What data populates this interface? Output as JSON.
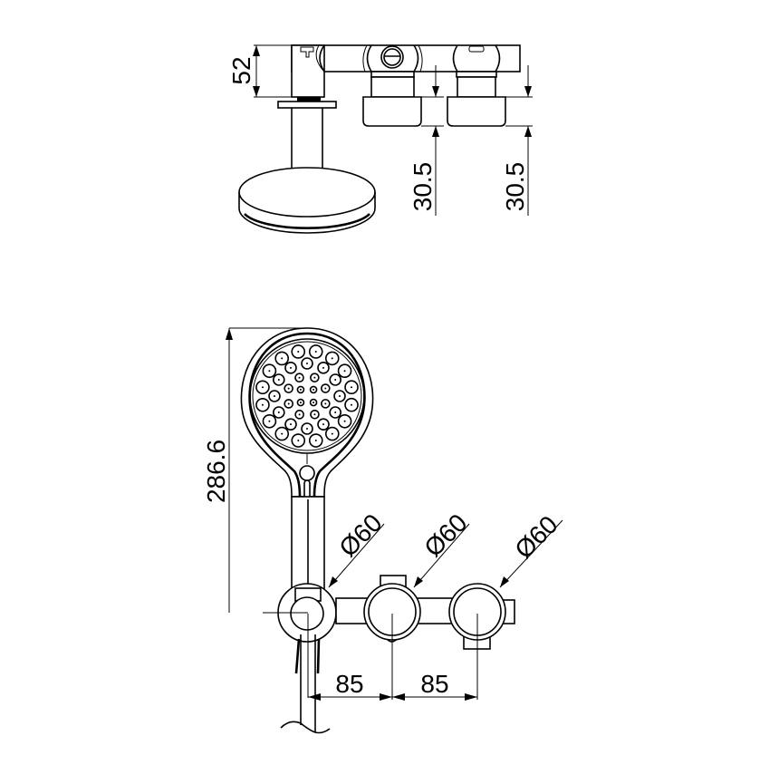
{
  "drawing": {
    "title": "Shower mixer with hand shower and rail bracket - dimension drawing",
    "background": "#ffffff",
    "line_color": "#000000",
    "top_view": {
      "dimensions": {
        "height_label": "52",
        "outlet_1_depth_label": "30.5",
        "outlet_2_depth_label": "30.5"
      }
    },
    "front_view": {
      "dimensions": {
        "total_height_label": "286.6",
        "diameter_1_label": "Ø60",
        "diameter_2_label": "Ø60",
        "diameter_3_label": "Ø60",
        "spacing_1_label": "85",
        "spacing_2_label": "85"
      },
      "handshower": {
        "nozzle_rings": 4
      }
    }
  }
}
